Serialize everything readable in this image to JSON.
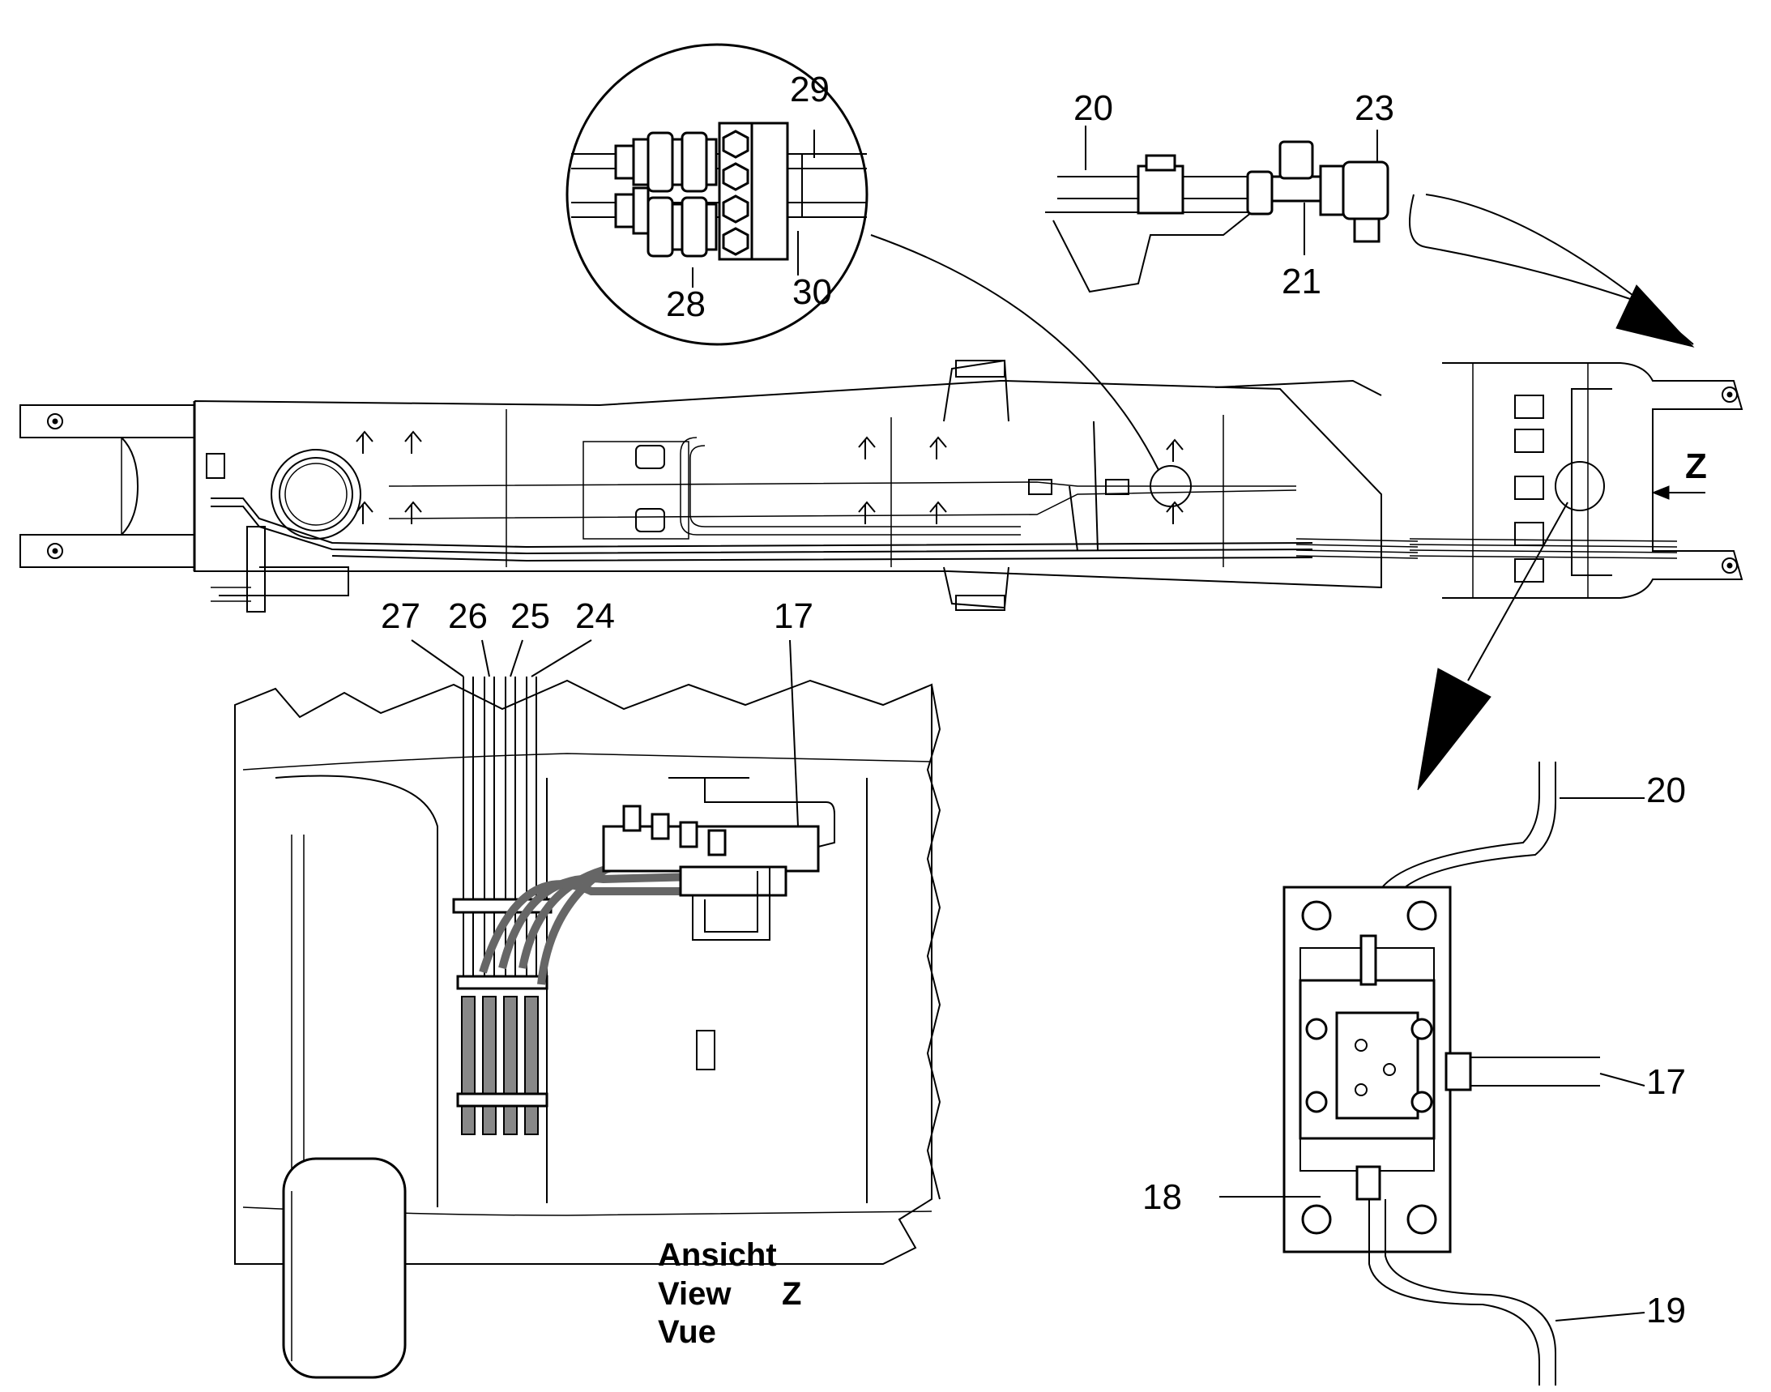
{
  "labels": {
    "l17a": "17",
    "l17b": "17",
    "l18": "18",
    "l19": "19",
    "l20a": "20",
    "l20b": "20",
    "l21": "21",
    "l23": "23",
    "l24": "24",
    "l25": "25",
    "l26": "26",
    "l27": "27",
    "l28": "28",
    "l29": "29",
    "l30": "30",
    "z_marker": "Z"
  },
  "view_caption": {
    "line1": "Ansicht",
    "line2": "View",
    "line2_letter": "Z",
    "line3": "Vue"
  },
  "icons": [
    "view-arrow-icon",
    "hex-bolt-icon",
    "hose-fitting-icon"
  ]
}
